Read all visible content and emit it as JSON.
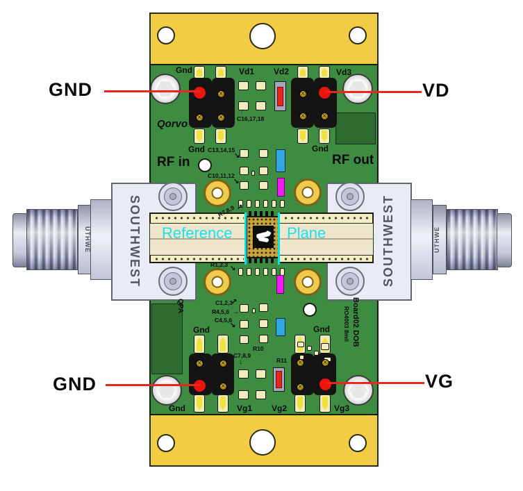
{
  "annotations": {
    "gnd_top": "GND",
    "vd": "VD",
    "gnd_bottom": "GND",
    "vg": "VG",
    "line_color": "#E8281E"
  },
  "silkscreen": {
    "gnd": "Gnd",
    "vd1": "Vd1",
    "vd2": "Vd2",
    "vd3": "Vd3",
    "vg1": "Vg1",
    "vg2": "Vg2",
    "vg3": "Vg3",
    "qorvo": "Qorvo",
    "rf_in": "RF in",
    "rf_out": "RF out",
    "c16_17_18": "C16,17,18",
    "c13_14_15": "C13,14,15",
    "c10_11_12": "C10,11,12",
    "r7_8_9": "R7,8,9",
    "r1_2_3": "R1,2,3",
    "c1_2_3": "C1,2,3",
    "r4_5_6": "R4,5,6",
    "c4_5_6": "C4,5,6",
    "c7_8_9": "C7,8,9",
    "r10": "R10",
    "r11": "R11",
    "qpa": "QPA",
    "board_id": "Board02 DOB",
    "substrate": "RO4003 8mil"
  },
  "connectors": {
    "brand": "SOUTHWEST",
    "brand_partial": "UTHWE"
  },
  "reference_plane": {
    "left_word": "Reference",
    "right_word": "Plane",
    "color": "#17E2F2"
  },
  "icons": {
    "arrow_up": "↑",
    "arrow_up_right": "↗",
    "arrow_right": "→",
    "arrow_down_right": "↘",
    "arrow_down": "↓"
  },
  "colors": {
    "carrier_plate": "#F2CC45",
    "pcb_green": "#3E8C42",
    "dark_green": "#2E6B31",
    "pad_cream": "#F1ECBE",
    "microstrip": "#EEE5CC",
    "header_black": "#141414",
    "annotation_red": "#EC140C",
    "cyan_marker": "#00E6E6",
    "magenta_component": "#F219F2",
    "blue_component": "#2EA7E0",
    "red_component": "#E8251D"
  }
}
